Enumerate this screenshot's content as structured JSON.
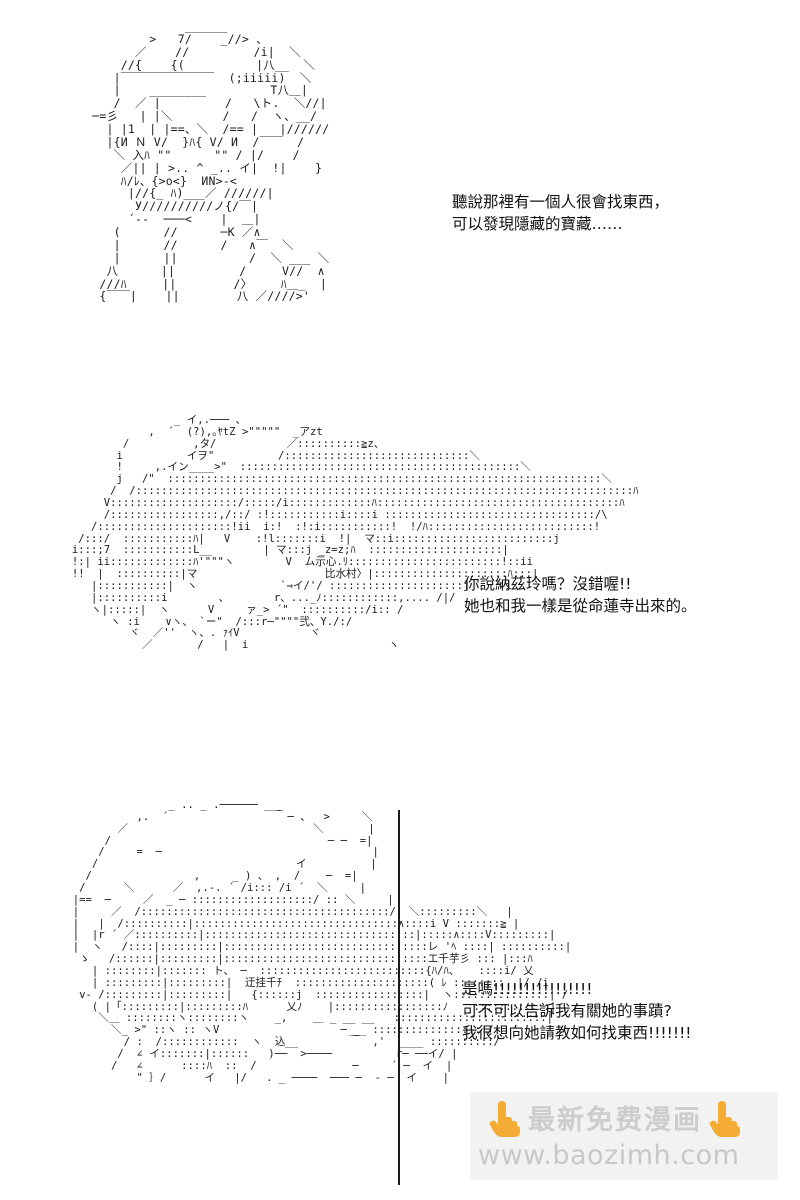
{
  "dialogue": [
    {
      "lines": [
        "聽說那裡有一個人很會找東西，",
        "可以發現隱藏的寶藏……"
      ]
    },
    {
      "lines": [
        "你說納茲玲嗎？沒錯喔!!",
        "她也和我一樣是從命蓮寺出來的。"
      ]
    },
    {
      "lines": [
        "是嗎!!!!!!!!!!!!!!!!",
        "可不可以告訴我有關她的事蹟?",
        "我很想向她請教如何找東西!!!!!!!"
      ]
    }
  ],
  "art_labels": {
    "panel2_text_1": "(?),｡ﾔtZ",
    "panel2_text_2": "比水村",
    "panel3_text_1": "エ千芋彡",
    "panel3_text_2": "迂挂千ﾁ"
  },
  "watermark": {
    "title": "最新免费漫画",
    "url": "www.baozimh.com"
  },
  "colors": {
    "text": "#111111",
    "watermark_text": "#c9c9c9",
    "watermark_bg": "#f1f1f1",
    "watermark_icon": "#f5a623"
  }
}
